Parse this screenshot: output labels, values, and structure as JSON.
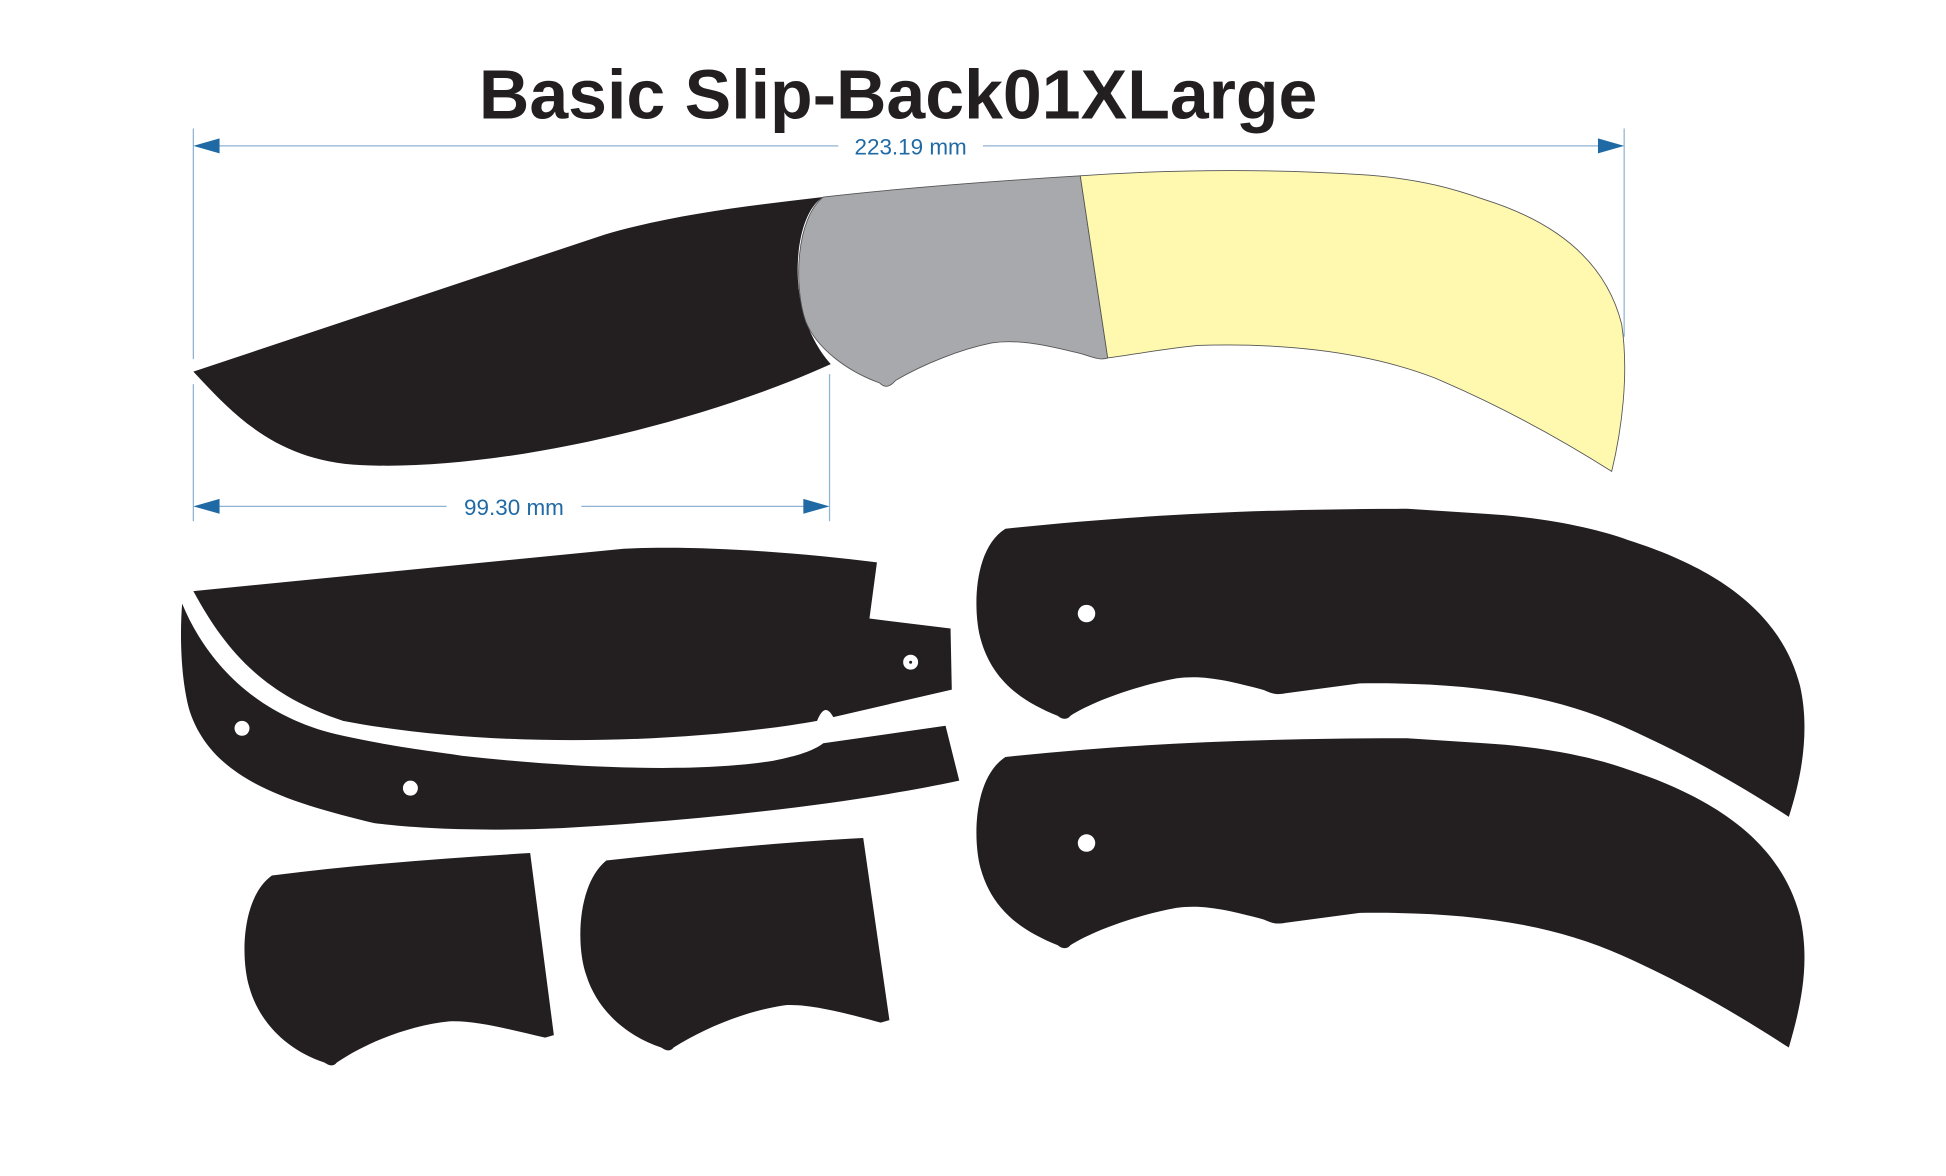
{
  "title": "Basic Slip-Back01XLarge",
  "dimensions": {
    "overall_length": "223.19 mm",
    "blade_length": "99.30 mm"
  },
  "colors": {
    "blade": "#231f20",
    "bolster": "#a7a9ac",
    "handle_scale": "#fff9b0",
    "dimension": "#1f6aa5"
  }
}
